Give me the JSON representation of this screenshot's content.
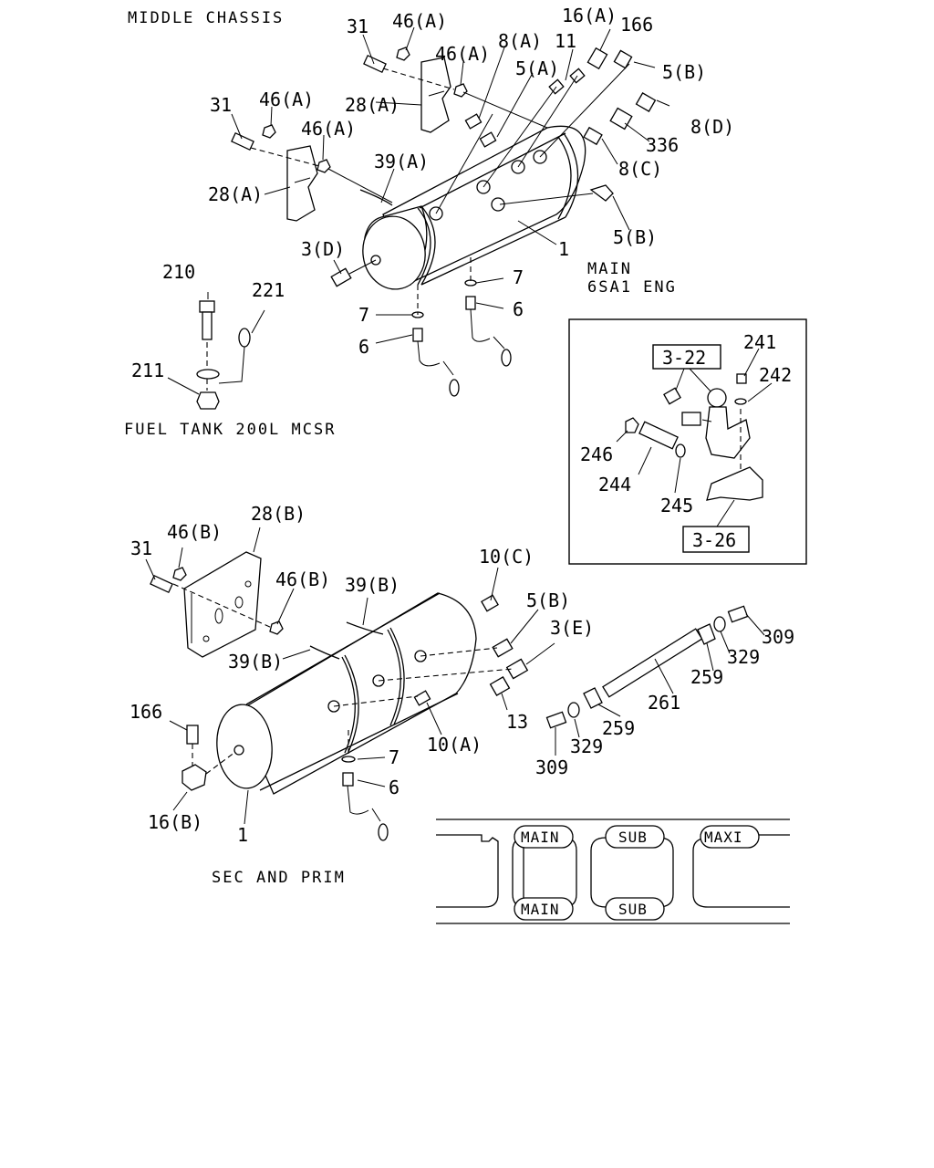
{
  "captions": {
    "middle_chassis": "MIDDLE CHASSIS",
    "main_eng": "MAIN",
    "main_eng_2": "6SA1 ENG",
    "fuel_tank": "FUEL TANK 200L MCSR",
    "sec_prim": "SEC AND PRIM"
  },
  "boxed_refs": {
    "ref_322": "3-22",
    "ref_326": "3-26"
  },
  "top_labels": {
    "l31a": "31",
    "l46a1": "46(A)",
    "l16a": "16(A)",
    "l166a": "166",
    "l46a2": "46(A)",
    "l8a": "8(A)",
    "l11": "11",
    "l5a": "5(A)",
    "l5b1": "5(B)",
    "l28a1": "28(A)",
    "l31b": "31",
    "l46a3": "46(A)",
    "l46a4": "46(A)",
    "l8d": "8(D)",
    "l336": "336",
    "l39a": "39(A)",
    "l8c": "8(C)",
    "l28a2": "28(A)",
    "l5b2": "5(B)",
    "l3d": "3(D)",
    "l1a": "1",
    "l7a": "7",
    "l6a": "6",
    "l7b": "7",
    "l6b": "6",
    "l210": "210",
    "l221": "221",
    "l211": "211"
  },
  "inset_labels": {
    "l241": "241",
    "l242": "242",
    "l246": "246",
    "l244": "244",
    "l245": "245"
  },
  "bottom_labels": {
    "l31": "31",
    "l46b1": "46(B)",
    "l28b": "28(B)",
    "l46b2": "46(B)",
    "l39b1": "39(B)",
    "l10c": "10(C)",
    "l5b": "5(B)",
    "l3e": "3(E)",
    "l39b2": "39(B)",
    "l309a": "309",
    "l329a": "329",
    "l259a": "259",
    "l261": "261",
    "l13": "13",
    "l259b": "259",
    "l329b": "329",
    "l309b": "309",
    "l166": "166",
    "l10a": "10(A)",
    "l7": "7",
    "l6": "6",
    "l16b": "16(B)",
    "l1": "1"
  },
  "tank_legend": {
    "top_row": [
      "MAIN",
      "SUB",
      "MAXI"
    ],
    "bottom_row": [
      "MAIN",
      "SUB"
    ]
  }
}
